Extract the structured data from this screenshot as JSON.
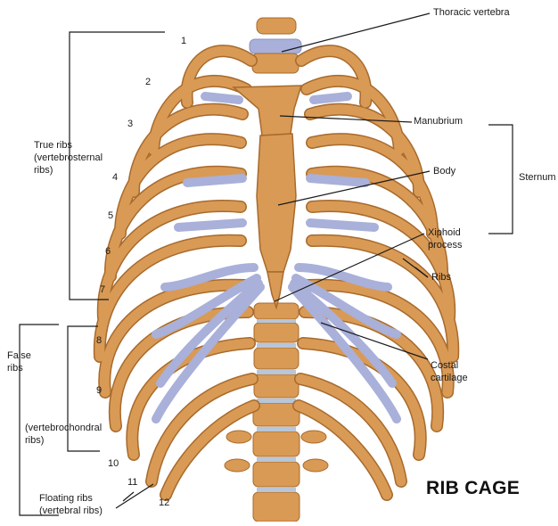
{
  "colors": {
    "bone": "#d99a55",
    "bone_dark": "#a86a2c",
    "cartilage": "#a9b0d9",
    "leader": "#1a1a1a"
  },
  "labels": {
    "thoracic_vertebra": "Thoracic vertebra",
    "manubrium": "Manubrium",
    "body": "Body",
    "sternum": "Sternum",
    "xiphoid_line1": "Xiphoid",
    "xiphoid_line2": "process",
    "ribs": "Ribs",
    "costal_line1": "Costal",
    "costal_line2": "cartilage",
    "true_ribs_line1": "True ribs",
    "true_ribs_line2": "(vertebrosternal",
    "true_ribs_line3": "ribs)",
    "false_ribs_line1": "False",
    "false_ribs_line2": "ribs",
    "vertebrochondral_line1": "(vertebrochondral",
    "vertebrochondral_line2": "ribs)",
    "floating_line1": "Floating ribs",
    "floating_line2": "(vertebral ribs)"
  },
  "rib_numbers": [
    "1",
    "2",
    "3",
    "4",
    "5",
    "6",
    "7",
    "8",
    "9",
    "10",
    "11",
    "12"
  ],
  "title": "RIB CAGE"
}
